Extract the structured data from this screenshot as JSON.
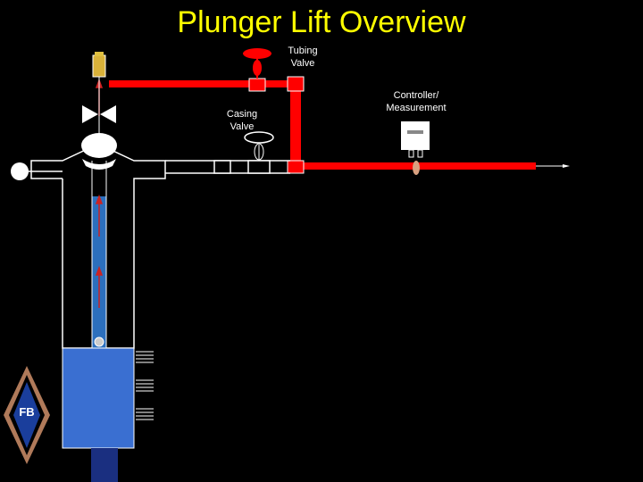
{
  "title": "Plunger Lift Overview",
  "labels": {
    "tubing_valve": "Tubing\nValve",
    "casing_valve": "Casing\nValve",
    "controller": "Controller/\nMeasurement"
  },
  "logo": {
    "text": "FB"
  },
  "colors": {
    "background": "#000000",
    "title": "#ffff00",
    "flowline": "#ff0000",
    "tubing_fluid": "#2c6fbd",
    "reservoir": "#3a6fd1",
    "well_outline": "#ffffff",
    "plunger": "#e0c040",
    "logo_border": "#b07a5a",
    "logo_fill": "#1a3e9c"
  },
  "icons": {
    "flow_arrow": "arrow-right-icon",
    "plunger_rise": "arrow-up-icon",
    "pressure_gauge": "gauge-icon",
    "controller": "controller-box-icon"
  }
}
